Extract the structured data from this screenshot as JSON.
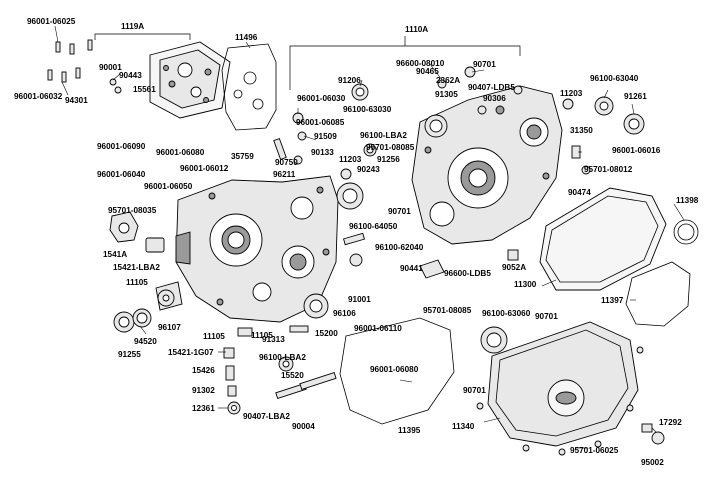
{
  "diagram": {
    "colors": {
      "line": "#000000",
      "shade": "#e8e8e8",
      "dark": "#9a9a9a",
      "background": "#ffffff"
    },
    "labels": [
      {
        "id": "l01",
        "text": "96001-06025"
      },
      {
        "id": "l02",
        "text": "1119A"
      },
      {
        "id": "l03",
        "text": "11496"
      },
      {
        "id": "l04",
        "text": "1110A"
      },
      {
        "id": "l05",
        "text": "96600-08010"
      },
      {
        "id": "l06",
        "text": "90001"
      },
      {
        "id": "l07",
        "text": "90443"
      },
      {
        "id": "l08",
        "text": "15561"
      },
      {
        "id": "l09",
        "text": "96001-06032"
      },
      {
        "id": "l10",
        "text": "94301"
      },
      {
        "id": "l11",
        "text": "91206"
      },
      {
        "id": "l12",
        "text": "90465"
      },
      {
        "id": "l13",
        "text": "90701"
      },
      {
        "id": "l14",
        "text": "2362A"
      },
      {
        "id": "l15",
        "text": "91305"
      },
      {
        "id": "l16",
        "text": "90407-LDB5"
      },
      {
        "id": "l17",
        "text": "90306"
      },
      {
        "id": "l18",
        "text": "96100-63040"
      },
      {
        "id": "l19",
        "text": "11203"
      },
      {
        "id": "l20",
        "text": "91261"
      },
      {
        "id": "l21",
        "text": "96001-06030"
      },
      {
        "id": "l22",
        "text": "96100-63030"
      },
      {
        "id": "l23",
        "text": "96001-06085"
      },
      {
        "id": "l24",
        "text": "96100-LBA2"
      },
      {
        "id": "l25",
        "text": "91509"
      },
      {
        "id": "l26",
        "text": "95701-08085"
      },
      {
        "id": "l27",
        "text": "96001-06090"
      },
      {
        "id": "l28",
        "text": "90133"
      },
      {
        "id": "l29",
        "text": "96001-06080"
      },
      {
        "id": "l30",
        "text": "35759"
      },
      {
        "id": "l31",
        "text": "90750"
      },
      {
        "id": "l32",
        "text": "11203"
      },
      {
        "id": "l33",
        "text": "91256"
      },
      {
        "id": "l34",
        "text": "31350"
      },
      {
        "id": "l35",
        "text": "96001-06016"
      },
      {
        "id": "l36",
        "text": "96001-06012"
      },
      {
        "id": "l37",
        "text": "96211"
      },
      {
        "id": "l38",
        "text": "90243"
      },
      {
        "id": "l39",
        "text": "95701-08012"
      },
      {
        "id": "l40",
        "text": "96001-06040"
      },
      {
        "id": "l41",
        "text": "90474"
      },
      {
        "id": "l42",
        "text": "96001-06050"
      },
      {
        "id": "l43",
        "text": "11398"
      },
      {
        "id": "l44",
        "text": "95701-08035"
      },
      {
        "id": "l45",
        "text": "90701"
      },
      {
        "id": "l46",
        "text": "96100-64050"
      },
      {
        "id": "l47",
        "text": "96100-62040"
      },
      {
        "id": "l48",
        "text": "1541A"
      },
      {
        "id": "l49",
        "text": "15421-LBA2"
      },
      {
        "id": "l50",
        "text": "90441"
      },
      {
        "id": "l51",
        "text": "9052A"
      },
      {
        "id": "l52",
        "text": "96600-LDB5"
      },
      {
        "id": "l53",
        "text": "11105"
      },
      {
        "id": "l54",
        "text": "11300"
      },
      {
        "id": "l55",
        "text": "91001"
      },
      {
        "id": "l56",
        "text": "11397"
      },
      {
        "id": "l57",
        "text": "95701-08085"
      },
      {
        "id": "l58",
        "text": "96106"
      },
      {
        "id": "l59",
        "text": "96100-63060"
      },
      {
        "id": "l60",
        "text": "96107"
      },
      {
        "id": "l61",
        "text": "11105"
      },
      {
        "id": "l62",
        "text": "90701"
      },
      {
        "id": "l63",
        "text": "94520"
      },
      {
        "id": "l64",
        "text": "11105"
      },
      {
        "id": "l65",
        "text": "15200"
      },
      {
        "id": "l66",
        "text": "96001-06110"
      },
      {
        "id": "l67",
        "text": "91255"
      },
      {
        "id": "l68",
        "text": "91313"
      },
      {
        "id": "l69",
        "text": "15421-1G07"
      },
      {
        "id": "l70",
        "text": "96100-LBA2"
      },
      {
        "id": "l71",
        "text": "96001-06080"
      },
      {
        "id": "l72",
        "text": "15426"
      },
      {
        "id": "l73",
        "text": "15520"
      },
      {
        "id": "l74",
        "text": "91302"
      },
      {
        "id": "l75",
        "text": "90701"
      },
      {
        "id": "l76",
        "text": "12361"
      },
      {
        "id": "l77",
        "text": "90407-LBA2"
      },
      {
        "id": "l78",
        "text": "11395"
      },
      {
        "id": "l79",
        "text": "11340"
      },
      {
        "id": "l80",
        "text": "17292"
      },
      {
        "id": "l81",
        "text": "90004"
      },
      {
        "id": "l82",
        "text": "95701-06025"
      },
      {
        "id": "l83",
        "text": "95002"
      }
    ]
  }
}
